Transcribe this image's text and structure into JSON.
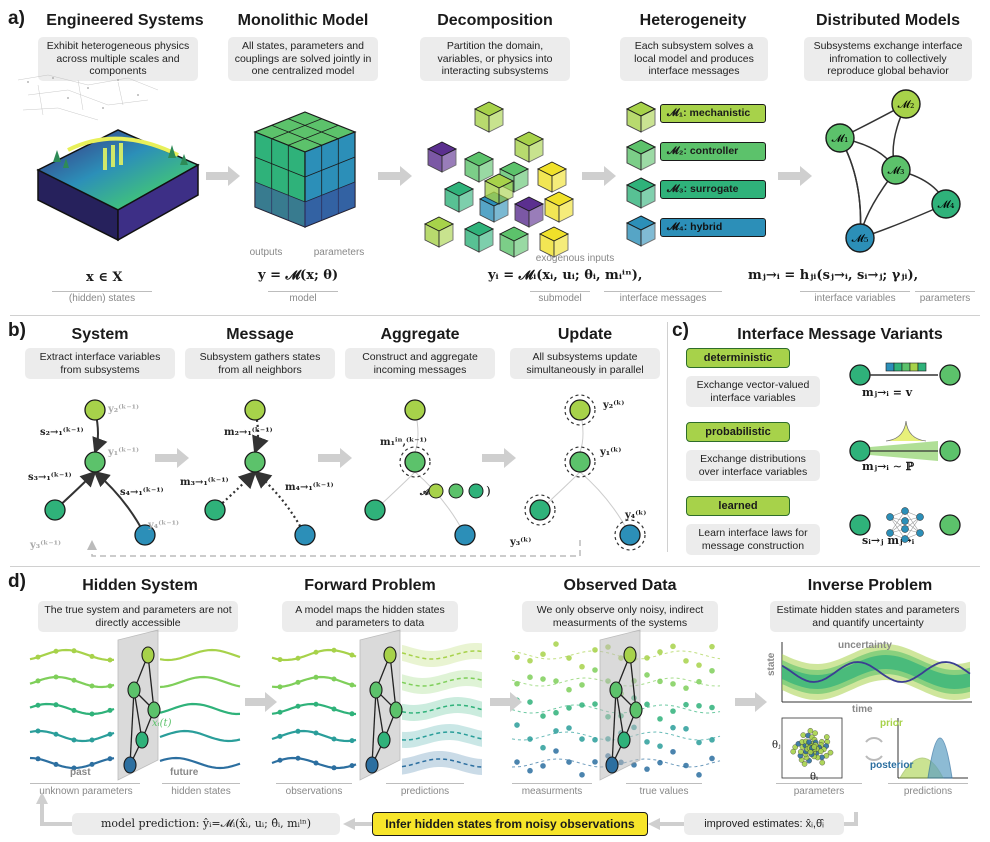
{
  "panel_a": {
    "label": "a)",
    "engineered": {
      "title": "Engineered Systems",
      "desc": "Exhibit heterogeneous physics across multiple scales and components",
      "eq": "x ∈ X",
      "label": "(hidden) states"
    },
    "monolithic": {
      "title": "Monolithic Model",
      "desc": "All states, parameters and couplings are solved jointly in one centralized model",
      "eq": "y = 𝓜(x; θ)",
      "label_outputs": "outputs",
      "label_params": "parameters",
      "label_model": "model"
    },
    "decomposition": {
      "title": "Decomposition",
      "desc": "Partition the domain, variables, or physics into interacting subsystems",
      "eq": "yᵢ = 𝓜ᵢ(xᵢ, uᵢ; θᵢ, mᵢⁱⁿ),",
      "label_exo": "exogenous inputs",
      "label_submodel": "submodel",
      "label_iface": "interface messages"
    },
    "heterogeneity": {
      "title": "Heterogeneity",
      "desc": "Each subsystem solves a local model and produces interface messages",
      "models": [
        {
          "name": "𝓜₁: mechanistic",
          "color": "#a7d24a"
        },
        {
          "name": "𝓜₂: controller",
          "color": "#5cc26b"
        },
        {
          "name": "𝓜₃: surrogate",
          "color": "#2fb27a"
        },
        {
          "name": "𝓜₄: hybrid",
          "color": "#2c8fb8"
        }
      ]
    },
    "distributed": {
      "title": "Distributed Models",
      "desc": "Subsystems exchange interface infromation to collectively reproduce global behavior",
      "eq": "mⱼ→ᵢ = hⱼᵢ(sⱼ→ᵢ, sᵢ→ⱼ; γⱼᵢ),",
      "label_iface": "interface variables",
      "label_params": "parameters",
      "nodes": [
        "𝓜₁",
        "𝓜₂",
        "𝓜₃",
        "𝓜₄",
        "𝓜₅"
      ]
    }
  },
  "panel_b": {
    "label": "b)",
    "steps": [
      {
        "title": "System",
        "desc": "Extract interface variables from subsystems"
      },
      {
        "title": "Message",
        "desc": "Subsystem gathers states from all neighbors"
      },
      {
        "title": "Aggregate",
        "desc": "Construct and aggregate incoming messages"
      },
      {
        "title": "Update",
        "desc": "All subsystems update simultaneously in parallel"
      }
    ],
    "labels": {
      "s21": "s₂→₁⁽ᵏ⁻¹⁾",
      "s31": "s₃→₁⁽ᵏ⁻¹⁾",
      "s41": "s₄→₁⁽ᵏ⁻¹⁾",
      "y2": "y₂⁽ᵏ⁻¹⁾",
      "y1": "y₁⁽ᵏ⁻¹⁾",
      "y3": "y₃⁽ᵏ⁻¹⁾",
      "y4": "y₄⁽ᵏ⁻¹⁾",
      "m21": "m₂→₁⁽ᵏ⁻¹⁾",
      "m31": "m₃→₁⁽ᵏ⁻¹⁾",
      "m41": "m₄→₁⁽ᵏ⁻¹⁾",
      "m1in": "m₁ⁱⁿ,⁽ᵏ⁻¹⁾",
      "agg": "𝓐(",
      "y2k": "y₂⁽ᵏ⁾",
      "y1k": "y₁⁽ᵏ⁾",
      "y3k": "y₃⁽ᵏ⁾",
      "y4k": "y₄⁽ᵏ⁾"
    }
  },
  "panel_c": {
    "label": "c)",
    "title": "Interface Message Variants",
    "variants": [
      {
        "tag": "deterministic",
        "desc": "Exchange vector-valued interface variables",
        "eq": "mⱼ→ᵢ = v"
      },
      {
        "tag": "probabilistic",
        "desc": "Exchange distributions over interface variables",
        "eq": "mⱼ→ᵢ ∼ ℙ"
      },
      {
        "tag": "learned",
        "desc": "Learn interface laws for message construction",
        "eq": "sᵢ→ⱼ  mⱼ→ᵢ"
      }
    ]
  },
  "panel_d": {
    "label": "d)",
    "hidden": {
      "title": "Hidden System",
      "desc": "The true system and parameters are not directly accessible",
      "past": "past",
      "future": "future",
      "xi": "xᵢ(t)",
      "label_params": "unknown parameters",
      "label_states": "hidden states"
    },
    "forward": {
      "title": "Forward Problem",
      "desc": "A model maps the hidden states and parameters to data",
      "label_obs": "observations",
      "label_pred": "predictions"
    },
    "observed": {
      "title": "Observed Data",
      "desc": "We only observe only noisy, indirect measurments of the systems",
      "label_meas": "measurments",
      "label_true": "true values"
    },
    "inverse": {
      "title": "Inverse Problem",
      "desc": "Estimate hidden states and parameters and quantify uncertainty",
      "uncertainty": "uncertainty",
      "state": "state",
      "time": "time",
      "prior": "prior",
      "posterior": "posterior",
      "theta_j": "θⱼ",
      "theta_i": "θᵢ",
      "label_params": "parameters",
      "label_pred": "predictions"
    },
    "bottom": {
      "model_pred": "model prediction: ŷᵢ=𝓜ᵢ(x̂ᵢ, uᵢ; θ̂ᵢ, mᵢⁱⁿ)",
      "infer": "Infer hidden states from noisy observations",
      "improved": "improved estimates: x̂ᵢ,θ̂ᵢ"
    }
  },
  "colors": {
    "lime": "#a7d24a",
    "green": "#5cc26b",
    "teal": "#2fb27a",
    "blue": "#2c8fb8",
    "gray_arrow": "#cfcfcf",
    "highlight": "#f7e52a"
  }
}
